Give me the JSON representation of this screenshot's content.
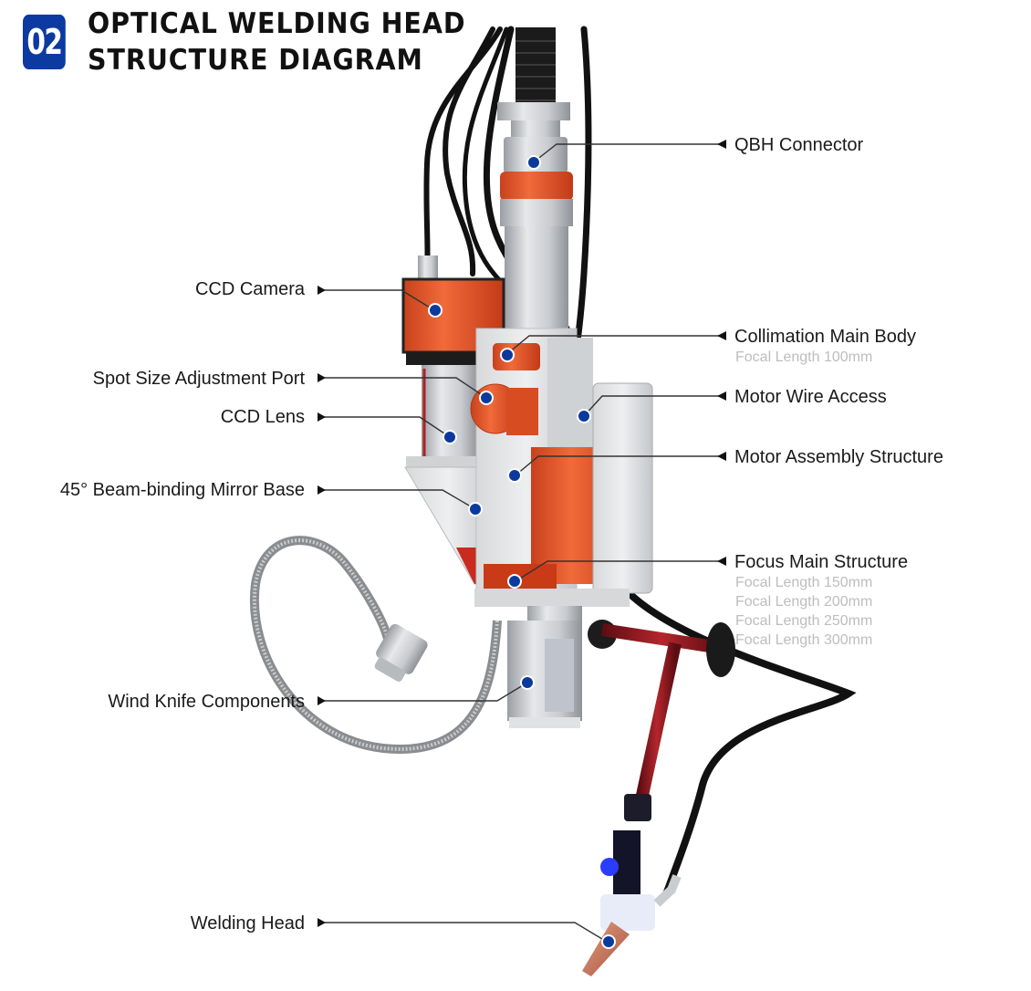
{
  "header": {
    "badge_number": "02",
    "title_line1": "OPTICAL WELDING HEAD",
    "title_line2": "STRUCTURE DIAGRAM"
  },
  "colors": {
    "badge_blue": "#0d3aa0",
    "marker_blue": "#0b3a9c",
    "accent_orange": "#e8542a",
    "label_text": "#1a1a1a",
    "sub_label_text": "#bdbdbd"
  },
  "callouts_right": [
    {
      "id": "qbh-connector",
      "label": "QBH Connector",
      "sub": []
    },
    {
      "id": "collimation-main-body",
      "label": "Collimation Main Body",
      "sub": [
        "Focal Length 100mm"
      ]
    },
    {
      "id": "motor-wire-access",
      "label": "Motor Wire Access",
      "sub": []
    },
    {
      "id": "motor-assembly-structure",
      "label": "Motor Assembly Structure",
      "sub": []
    },
    {
      "id": "focus-main-structure",
      "label": "Focus Main Structure",
      "sub": [
        "Focal Length 150mm",
        "Focal Length 200mm",
        "Focal Length 250mm",
        "Focal Length 300mm"
      ]
    }
  ],
  "callouts_left": [
    {
      "id": "ccd-camera",
      "label": "CCD Camera"
    },
    {
      "id": "spot-size-adjustment-port",
      "label": "Spot Size Adjustment Port"
    },
    {
      "id": "ccd-lens",
      "label": "CCD Lens"
    },
    {
      "id": "mirror-base",
      "label": "45° Beam-binding Mirror Base"
    },
    {
      "id": "wind-knife-components",
      "label": "Wind Knife Components"
    },
    {
      "id": "welding-head",
      "label": "Welding Head"
    }
  ]
}
